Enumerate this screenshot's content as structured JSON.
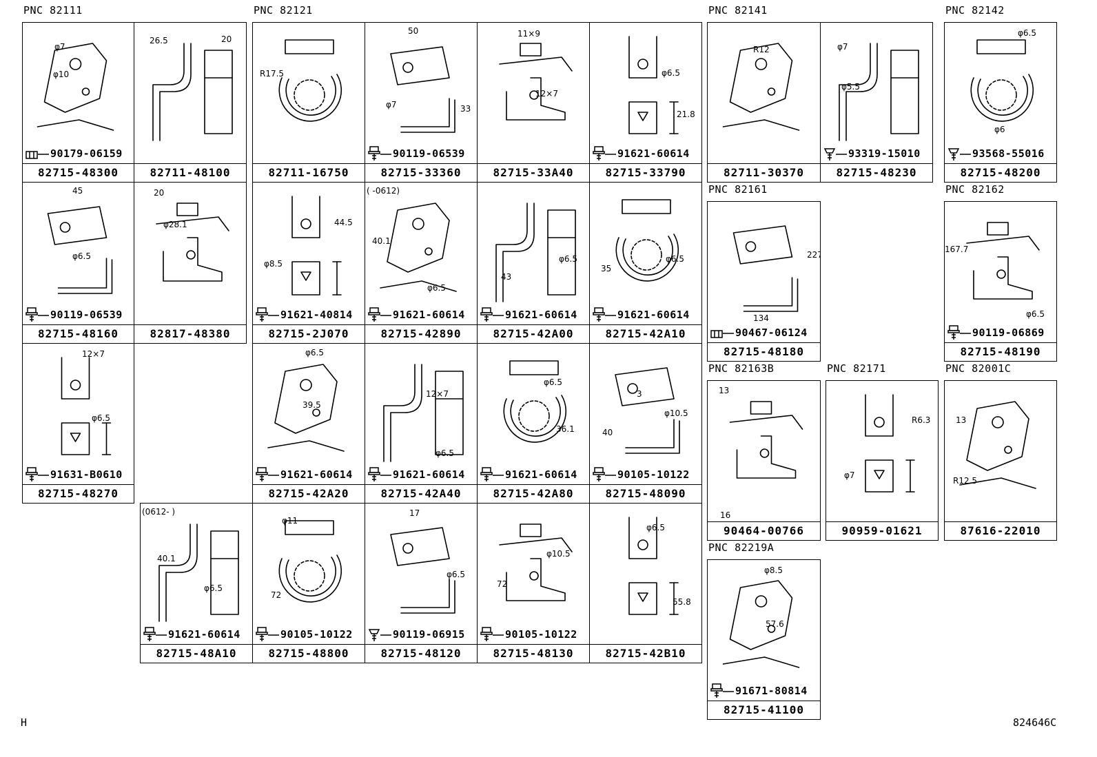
{
  "corner_left": "H",
  "corner_right": "824646C",
  "groups": [
    {
      "key": "g82111",
      "label": "PNC 82111"
    },
    {
      "key": "g82121",
      "label": "PNC 82121"
    },
    {
      "key": "g82141",
      "label": "PNC 82141"
    },
    {
      "key": "g82142",
      "label": "PNC 82142"
    },
    {
      "key": "g82161",
      "label": "PNC 82161"
    },
    {
      "key": "g82162",
      "label": "PNC 82162"
    },
    {
      "key": "g82163B",
      "label": "PNC 82163B"
    },
    {
      "key": "g82171",
      "label": "PNC 82171"
    },
    {
      "key": "g82001C",
      "label": "PNC 82001C"
    },
    {
      "key": "g82219A",
      "label": "PNC 82219A"
    }
  ],
  "cells": [
    {
      "part": "82715-48300",
      "fastener": "90179-06159",
      "ftype": "nut",
      "dims": [
        "φ7",
        "φ10"
      ]
    },
    {
      "part": "82711-48100",
      "fastener": "",
      "ftype": "",
      "dims": [
        "26.5",
        "20"
      ]
    },
    {
      "part": "82711-16750",
      "fastener": "",
      "ftype": "",
      "dims": [
        "R17.5"
      ]
    },
    {
      "part": "82715-33360",
      "fastener": "90119-06539",
      "ftype": "bolt",
      "dims": [
        "50",
        "φ7",
        "33"
      ]
    },
    {
      "part": "82715-33A40",
      "fastener": "",
      "ftype": "",
      "dims": [
        "11×9",
        "12×7"
      ]
    },
    {
      "part": "82715-33790",
      "fastener": "91621-60614",
      "ftype": "bolt",
      "dims": [
        "φ6.5",
        "21.8"
      ]
    },
    {
      "part": "82711-30370",
      "fastener": "",
      "ftype": "",
      "dims": [
        "R12"
      ]
    },
    {
      "part": "82715-48230",
      "fastener": "93319-15010",
      "ftype": "screw",
      "dims": [
        "φ7",
        "φ5.5"
      ]
    },
    {
      "part": "82715-48200",
      "fastener": "93568-55016",
      "ftype": "screw",
      "dims": [
        "φ6.5",
        "φ6"
      ]
    },
    {
      "part": "82715-48160",
      "fastener": "90119-06539",
      "ftype": "bolt",
      "dims": [
        "45",
        "φ6.5"
      ]
    },
    {
      "part": "82817-48380",
      "fastener": "",
      "ftype": "",
      "dims": [
        "20",
        "φ28.1"
      ]
    },
    {
      "part": "82715-2J070",
      "fastener": "91621-40814",
      "ftype": "bolt",
      "dims": [
        "44.5",
        "φ8.5"
      ]
    },
    {
      "part": "82715-42890",
      "fastener": "91621-60614",
      "ftype": "bolt",
      "dims": [
        "(   -0612)",
        "40.1",
        "φ6.5"
      ]
    },
    {
      "part": "82715-42A00",
      "fastener": "91621-60614",
      "ftype": "bolt",
      "dims": [
        "43",
        "φ6.5"
      ]
    },
    {
      "part": "82715-42A10",
      "fastener": "91621-60614",
      "ftype": "bolt",
      "dims": [
        "35",
        "φ6.5"
      ]
    },
    {
      "part": "82715-48180",
      "fastener": "90467-06124",
      "ftype": "nut",
      "dims": [
        "227",
        "134"
      ]
    },
    {
      "part": "82715-48190",
      "fastener": "90119-06869",
      "ftype": "bolt",
      "dims": [
        "167.7",
        "φ6.5"
      ]
    },
    {
      "part": "82715-48270",
      "fastener": "91631-B0610",
      "ftype": "bolt",
      "dims": [
        "12×7",
        "φ6.5"
      ]
    },
    {
      "part": "82715-42A20",
      "fastener": "91621-60614",
      "ftype": "bolt",
      "dims": [
        "φ6.5",
        "39.5"
      ]
    },
    {
      "part": "82715-42A40",
      "fastener": "91621-60614",
      "ftype": "bolt",
      "dims": [
        "12×7",
        "φ6.5"
      ]
    },
    {
      "part": "82715-42A80",
      "fastener": "91621-60614",
      "ftype": "bolt",
      "dims": [
        "φ6.5",
        "36.1"
      ]
    },
    {
      "part": "82715-48090",
      "fastener": "90105-10122",
      "ftype": "bolt",
      "dims": [
        "3",
        "φ10.5",
        "40"
      ]
    },
    {
      "part": "90464-00766",
      "fastener": "",
      "ftype": "",
      "dims": [
        "13",
        "16"
      ]
    },
    {
      "part": "90959-01621",
      "fastener": "",
      "ftype": "",
      "dims": [
        "R6.3",
        "φ7"
      ]
    },
    {
      "part": "87616-22010",
      "fastener": "",
      "ftype": "",
      "dims": [
        "13",
        "R12.5"
      ]
    },
    {
      "part": "82715-48A10",
      "fastener": "91621-60614",
      "ftype": "bolt",
      "dims": [
        "(0612-      )",
        "40.1",
        "φ6.5"
      ]
    },
    {
      "part": "82715-48800",
      "fastener": "90105-10122",
      "ftype": "bolt",
      "dims": [
        "φ11",
        "72"
      ]
    },
    {
      "part": "82715-48120",
      "fastener": "90119-06915",
      "ftype": "screw",
      "dims": [
        "17",
        "φ6.5"
      ]
    },
    {
      "part": "82715-48130",
      "fastener": "90105-10122",
      "ftype": "bolt",
      "dims": [
        "φ10.5",
        "72"
      ]
    },
    {
      "part": "82715-42B10",
      "fastener": "",
      "ftype": "",
      "dims": [
        "φ6.5",
        "55.8"
      ]
    },
    {
      "part": "82715-41100",
      "fastener": "91671-80814",
      "ftype": "bolt",
      "dims": [
        "φ8.5",
        "57.6"
      ]
    }
  ]
}
